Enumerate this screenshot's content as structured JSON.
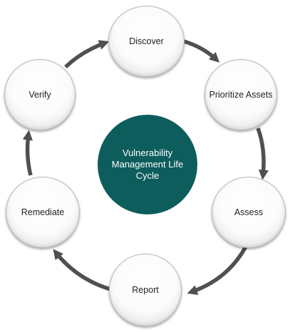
{
  "colors": {
    "center_fill": "#0d5d5d",
    "arrow": "#505050"
  },
  "center_label": "Vulnerability Management Life Cycle",
  "nodes": [
    {
      "id": "discover",
      "label": "Discover"
    },
    {
      "id": "prioritize-assets",
      "label": "Prioritize Assets"
    },
    {
      "id": "assess",
      "label": "Assess"
    },
    {
      "id": "report",
      "label": "Report"
    },
    {
      "id": "remediate",
      "label": "Remediate"
    },
    {
      "id": "verify",
      "label": "Verify"
    }
  ]
}
